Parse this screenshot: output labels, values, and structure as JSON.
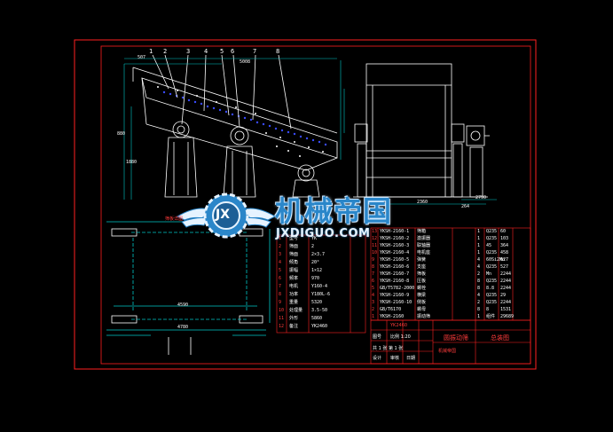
{
  "drawing": {
    "callout_numbers": [
      "1",
      "2",
      "3",
      "4",
      "5",
      "6",
      "7",
      "8"
    ],
    "dimensions": {
      "top_left": "507",
      "top_mid": "5008",
      "left_a": "880",
      "left_b": "1880",
      "plan_width": "4590",
      "plan_total": "4780",
      "side_width": "2360",
      "side_depth": "2790",
      "side_left": "264"
    },
    "plan_note": "筛板详图"
  },
  "tech_table": {
    "rows": [
      {
        "no": "1",
        "name": "型号",
        "value": "YK"
      },
      {
        "no": "2",
        "name": "筛面",
        "value": "2"
      },
      {
        "no": "3",
        "name": "筛面",
        "value": "2×3.7"
      },
      {
        "no": "4",
        "name": "倾角",
        "value": "20°"
      },
      {
        "no": "5",
        "name": "振幅",
        "value": "1×12"
      },
      {
        "no": "6",
        "name": "频率",
        "value": "970"
      },
      {
        "no": "7",
        "name": "电机",
        "value": "Y160-4"
      },
      {
        "no": "8",
        "name": "功率",
        "value": "Y180L-6"
      },
      {
        "no": "9",
        "name": "重量",
        "value": "5320"
      },
      {
        "no": "10",
        "name": "处理量",
        "value": "3.5-50"
      },
      {
        "no": "11",
        "name": "外形",
        "value": "5860"
      },
      {
        "no": "12",
        "name": "备注",
        "value": "YK2460"
      }
    ]
  },
  "parts_list": {
    "rows": [
      {
        "no": "13",
        "code": "YKSH-2160-1",
        "name": "筛箱",
        "qty": "1",
        "mat": "Q235",
        "mass": "60"
      },
      {
        "no": "12",
        "code": "YKSH-2160-2",
        "name": "激振器",
        "qty": "1",
        "mat": "Q235",
        "mass": "103"
      },
      {
        "no": "11",
        "code": "YKSH-2160-3",
        "name": "联轴器",
        "qty": "1",
        "mat": "45",
        "mass": "364"
      },
      {
        "no": "10",
        "code": "YKSH-2160-4",
        "name": "电机座",
        "qty": "1",
        "mat": "Q235",
        "mass": "458"
      },
      {
        "no": "9",
        "code": "YKSH-2160-5",
        "name": "弹簧",
        "qty": "4",
        "mat": "60Si2Mn",
        "mass": "627"
      },
      {
        "no": "8",
        "code": "YKSH-2160-6",
        "name": "支座",
        "qty": "4",
        "mat": "Q235",
        "mass": "527"
      },
      {
        "no": "7",
        "code": "YKSH-2160-7",
        "name": "筛板",
        "qty": "2",
        "mat": "Mn",
        "mass": "2244"
      },
      {
        "no": "6",
        "code": "YKSH-2160-8",
        "name": "压板",
        "qty": "8",
        "mat": "Q235",
        "mass": "2244"
      },
      {
        "no": "5",
        "code": "GB/T5782-2000",
        "name": "螺栓",
        "qty": "8",
        "mat": "8.8",
        "mass": "2244"
      },
      {
        "no": "4",
        "code": "YKSH-2160-9",
        "name": "横梁",
        "qty": "4",
        "mat": "Q235",
        "mass": "29"
      },
      {
        "no": "3",
        "code": "YKSH-2160-10",
        "name": "侧板",
        "qty": "2",
        "mat": "Q235",
        "mass": "2244"
      },
      {
        "no": "2",
        "code": "GB/T6170",
        "name": "螺母",
        "qty": "8",
        "mat": "8",
        "mass": "1531"
      },
      {
        "no": "1",
        "code": "YKSH-2160",
        "name": "振动筛",
        "qty": "1",
        "mat": "组件",
        "mass": "29689"
      }
    ]
  },
  "title_block": {
    "model": "YK2460",
    "product_name": "圆振动筛",
    "school": "机械帝国",
    "drawing_title": "总装图",
    "line1": "图号",
    "line2": "比例 1:20",
    "line3": "共 1 张 第 1 张",
    "line4": "设计",
    "line5": "审核",
    "line6": "日期"
  },
  "watermark": {
    "logo_letters": "JX",
    "cn_text": "机械帝国",
    "en_text": "JXDIGUO.COM"
  },
  "colors": {
    "background": "#000000",
    "frame": "#ff2020",
    "drawing_line": "#ffffff",
    "dim_line": "#00c8c8",
    "table_line": "#ff2020",
    "screen_dots": "#3a4bff",
    "watermark_blue": "#2a86c9"
  }
}
